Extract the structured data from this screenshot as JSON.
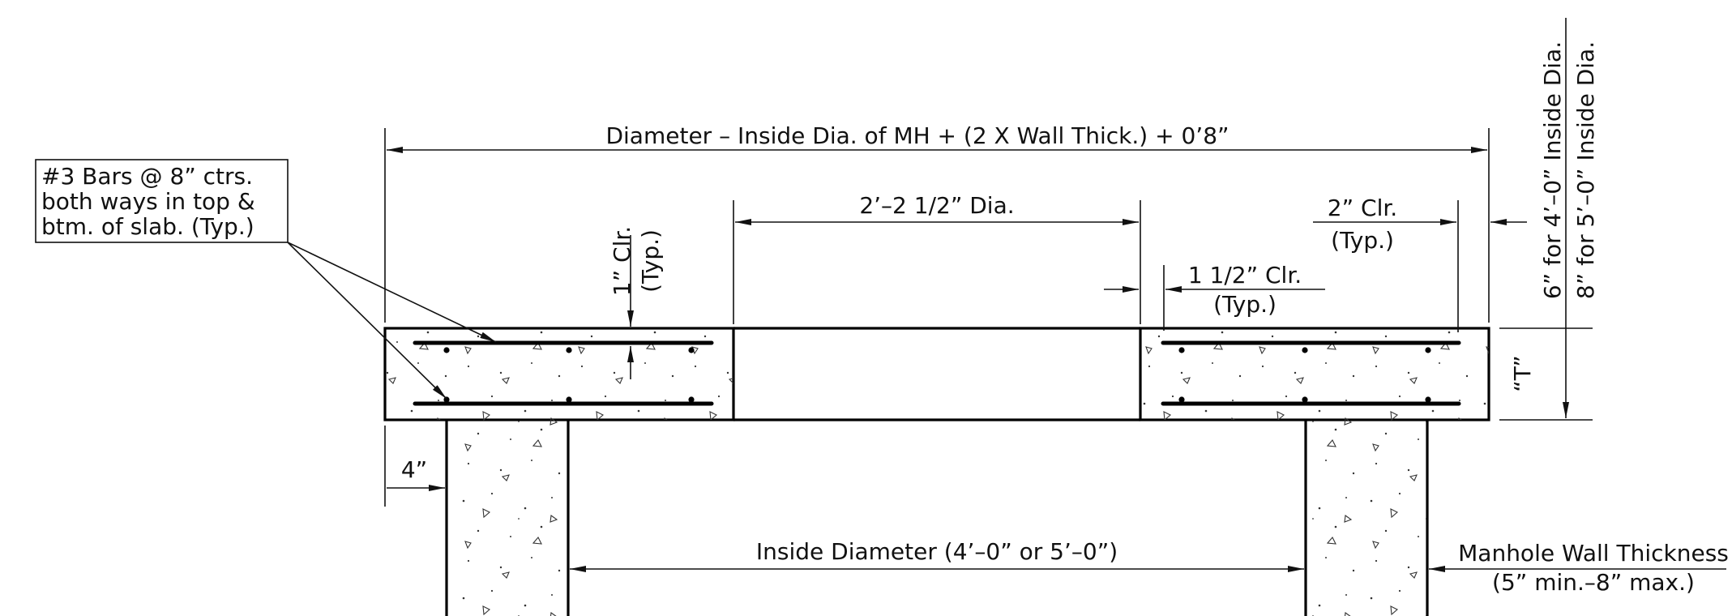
{
  "labels": {
    "overall_diameter": "Diameter – Inside Dia. of MH + (2 X Wall Thick.) + 0’8”",
    "opening_diameter": "2’–2 1/2” Dia.",
    "clr_2_line1": "2” Clr.",
    "clr_2_line2": "(Typ.)",
    "clr_1_line1": "1” Clr.",
    "clr_1_line2": "(Typ.)",
    "clr_1half_line1": "1 1/2” Clr.",
    "clr_1half_line2": "(Typ.)",
    "thickness_4ft": "6” for 4’–0” Inside Dia.",
    "thickness_5ft": "8” for 5’–0” Inside Dia.",
    "slab_thickness": "“T”",
    "offset_4in": "4”",
    "inside_diameter": "Inside Diameter (4’–0” or 5’–0”)",
    "wall_thickness_line1": "Manhole Wall Thickness",
    "wall_thickness_line2": "(5” min.–8” max.)"
  },
  "callout": {
    "line1": "#3 Bars @ 8” ctrs.",
    "line2": "both ways in top &",
    "line3": "btm. of slab. (Typ.)"
  }
}
